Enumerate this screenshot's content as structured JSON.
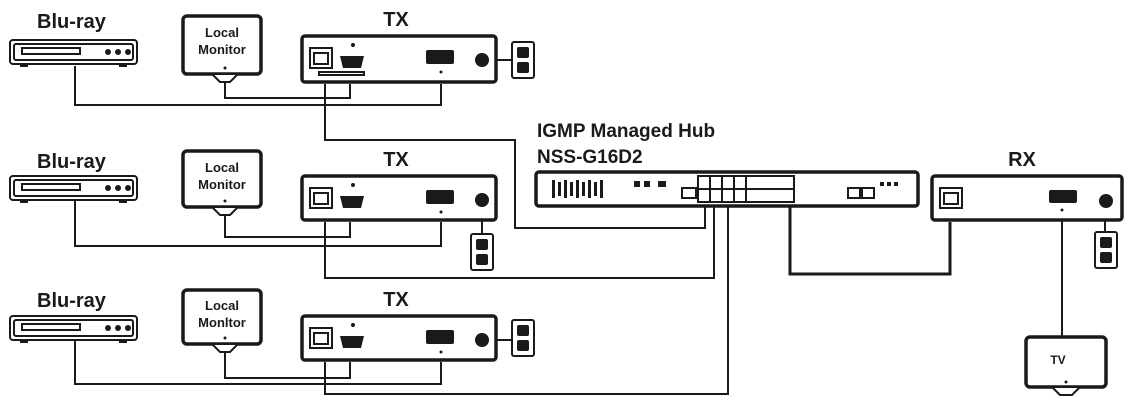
{
  "labels": {
    "bluray": "Blu-ray",
    "local_monitor_line1": "Local",
    "local_monitor_line2_a": "Monitor",
    "local_monitor_line2_b": "Monitor",
    "local_monitor_line2_c": "Monltor",
    "tx": "TX",
    "rx": "RX",
    "hub_line1": "IGMP Managed Hub",
    "hub_line2": "NSS-G16D2",
    "tv": "TV"
  }
}
